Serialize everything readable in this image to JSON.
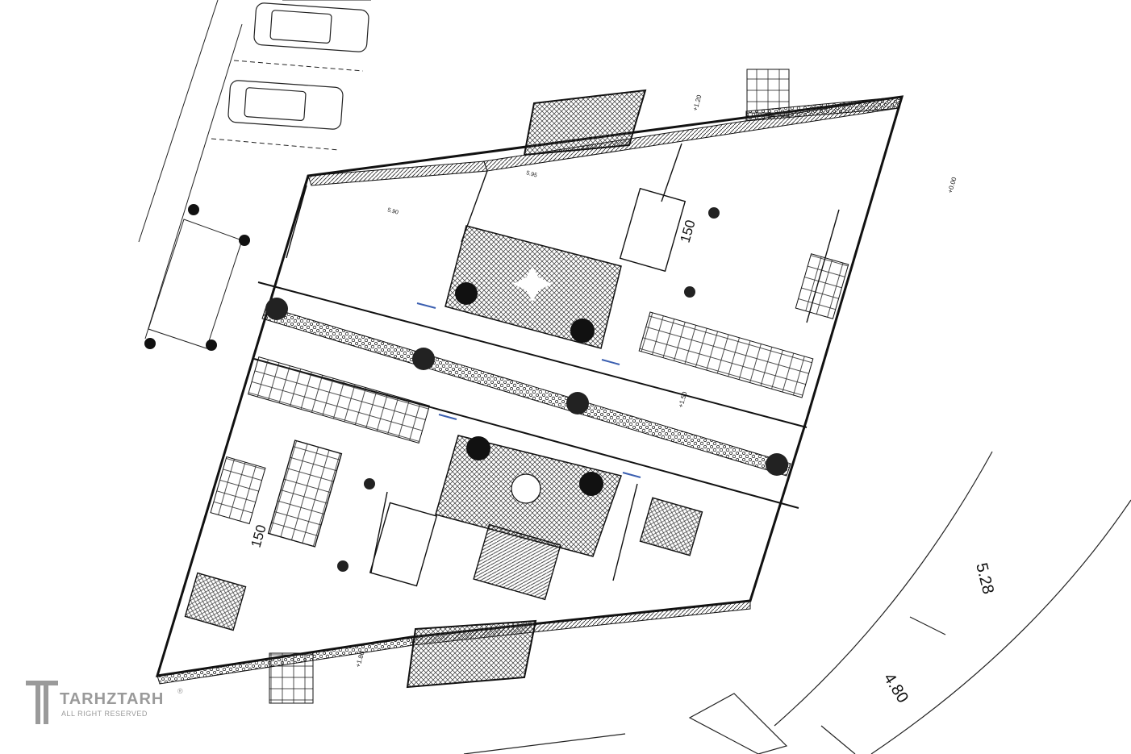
{
  "plan": {
    "area_labels": [
      "150",
      "150"
    ],
    "level_markers": [
      "+1.20",
      "+0.00",
      "+1.50",
      "+1.80"
    ],
    "dimensions": [
      "5.28",
      "4.80",
      "5.95",
      "5.90"
    ]
  },
  "watermark": {
    "brand": "TARHZTARH",
    "tagline": "ALL RIGHT RESERVED",
    "registered": "®"
  },
  "colors": {
    "line": "#1a1a1a",
    "hatch": "#333333",
    "paper": "#ffffff",
    "window_blue": "#3b5fb0",
    "watermark": "#9a9a9a"
  }
}
